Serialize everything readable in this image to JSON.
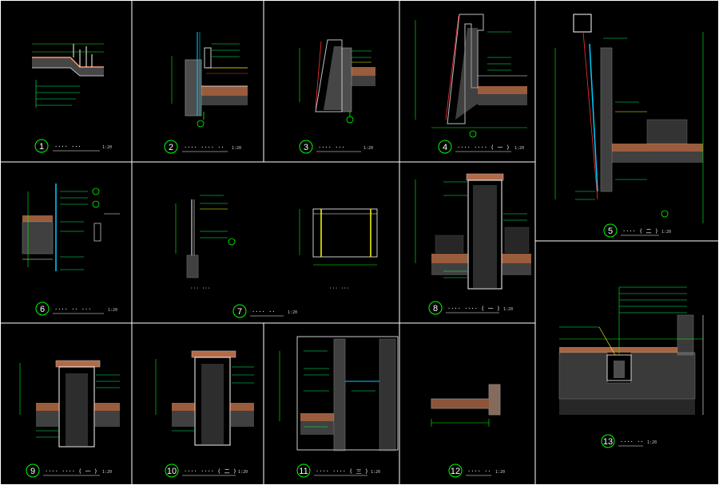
{
  "colors": {
    "background": "#000000",
    "frame": "#ffffff",
    "dimension": "#00ff00",
    "leader": "#00ff66",
    "wall": "#c0c0c0",
    "hatch": "#808080",
    "waterproof": "#ff9966",
    "glass": "#00ccff",
    "accent": "#ffff00",
    "red": "#ff3333",
    "text": "#ffffff"
  },
  "details": [
    {
      "id": "d1",
      "number": "1",
      "title": "···· ···",
      "scale": "1:20"
    },
    {
      "id": "d2",
      "number": "2",
      "title": "···· ···· ··",
      "scale": "1:20"
    },
    {
      "id": "d3",
      "number": "3",
      "title": "···· ···",
      "scale": "1:20"
    },
    {
      "id": "d4",
      "number": "4",
      "title": "···· ···· ( 一 )",
      "scale": "1:20"
    },
    {
      "id": "d5",
      "number": "5",
      "title": "···· ( 二 )",
      "scale": "1:20"
    },
    {
      "id": "d6",
      "number": "6",
      "title": "···· ·· ···",
      "scale": "1:20"
    },
    {
      "id": "d7",
      "number": "7",
      "title": "···· ··",
      "scale": "1:20"
    },
    {
      "id": "d8",
      "number": "8",
      "title": "···· ···· ( 一 )",
      "scale": "1:20"
    },
    {
      "id": "d9",
      "number": "9",
      "title": "···· ···· ( 一 )",
      "scale": "1:20"
    },
    {
      "id": "d10",
      "number": "10",
      "title": "···· ···· ( 二 )",
      "scale": "1:20"
    },
    {
      "id": "d11",
      "number": "11",
      "title": "···· ···· ( 三 )",
      "scale": "1:20"
    },
    {
      "id": "d12",
      "number": "12",
      "title": "···· ··",
      "scale": "1:20"
    },
    {
      "id": "d13",
      "number": "13",
      "title": "···· ··",
      "scale": "1:20"
    }
  ],
  "sublabels": {
    "d7_left": "··· ···",
    "d7_right": "··· ···"
  }
}
